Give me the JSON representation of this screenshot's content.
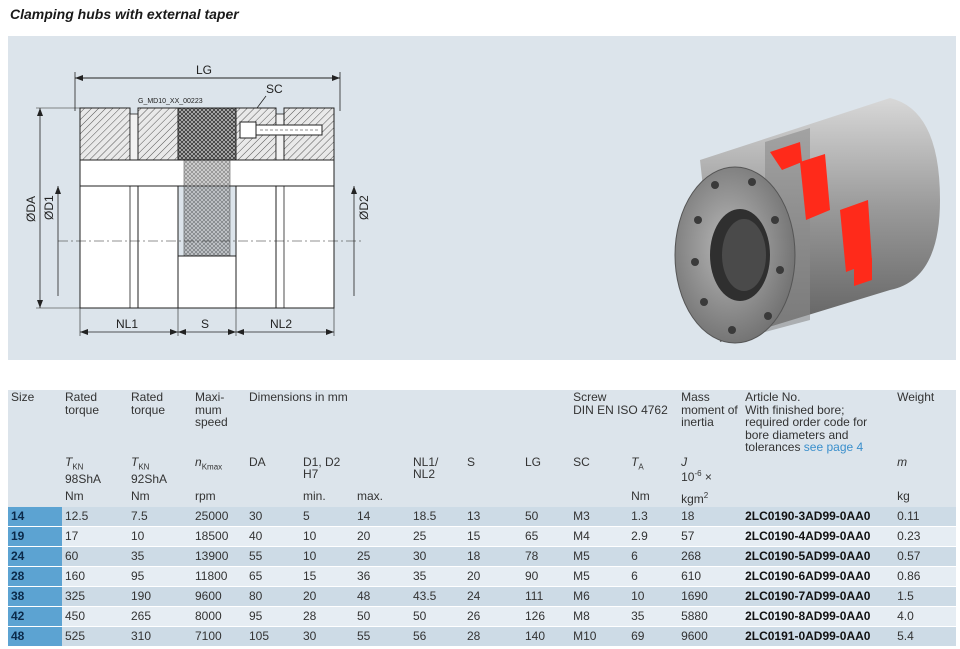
{
  "page": {
    "title": "Clamping hubs with external taper"
  },
  "drawing": {
    "ref_code": "G_MD10_XX_00223",
    "labels": {
      "lg": "LG",
      "sc": "SC",
      "da": "ØDA",
      "d1": "ØD1",
      "d2": "ØD2",
      "nl1": "NL1",
      "s": "S",
      "nl2": "NL2"
    }
  },
  "table": {
    "header": {
      "size": "Size",
      "rated_torque_1": "Rated torque",
      "rated_torque_2": "Rated torque",
      "max_speed": "Maxi- mum speed",
      "dimensions": "Dimensions in mm",
      "screw": "Screw",
      "screw_std": "DIN EN ISO 4762",
      "mass_moment": "Mass moment of inertia",
      "article_no": "Article No.",
      "article_note": "With finished bore; required order code for bore diameters and tolerances",
      "article_link": "see page 4",
      "weight": "Weight",
      "tkn_98_sym": "T",
      "tkn_98_sub": "KN",
      "tkn_98_desc": "98ShA",
      "tkn_92_sym": "T",
      "tkn_92_sub": "KN",
      "tkn_92_desc": "92ShA",
      "nkmax_sym": "n",
      "nkmax_sub": "Kmax",
      "da": "DA",
      "d1d2": "D1, D2",
      "d1d2_tol": "H7",
      "nl": "NL1/ NL2",
      "s": "S",
      "lg": "LG",
      "sc": "SC",
      "ta_sym": "T",
      "ta_sub": "A",
      "j_sym": "J",
      "j_scale": "10",
      "j_exp": "-6",
      "j_times": "×",
      "m_sym": "m",
      "unit_nm_1": "Nm",
      "unit_nm_2": "Nm",
      "unit_rpm": "rpm",
      "unit_min": "min.",
      "unit_max": "max.",
      "unit_nm_3": "Nm",
      "unit_kgm": "kgm",
      "unit_kgm_exp": "2",
      "unit_kg": "kg"
    },
    "rows": [
      {
        "size": "14",
        "tkn98": "12.5",
        "tkn92": "7.5",
        "nmax": "25000",
        "da": "30",
        "dmin": "5",
        "dmax": "14",
        "nl": "18.5",
        "s": "13",
        "lg": "50",
        "sc": "M3",
        "ta": "1.3",
        "j": "18",
        "article": "2LC0190-3AD99-0AA0",
        "weight": "0.11"
      },
      {
        "size": "19",
        "tkn98": "17",
        "tkn92": "10",
        "nmax": "18500",
        "da": "40",
        "dmin": "10",
        "dmax": "20",
        "nl": "25",
        "s": "15",
        "lg": "65",
        "sc": "M4",
        "ta": "2.9",
        "j": "57",
        "article": "2LC0190-4AD99-0AA0",
        "weight": "0.23"
      },
      {
        "size": "24",
        "tkn98": "60",
        "tkn92": "35",
        "nmax": "13900",
        "da": "55",
        "dmin": "10",
        "dmax": "25",
        "nl": "30",
        "s": "18",
        "lg": "78",
        "sc": "M5",
        "ta": "6",
        "j": "268",
        "article": "2LC0190-5AD99-0AA0",
        "weight": "0.57"
      },
      {
        "size": "28",
        "tkn98": "160",
        "tkn92": "95",
        "nmax": "11800",
        "da": "65",
        "dmin": "15",
        "dmax": "36",
        "nl": "35",
        "s": "20",
        "lg": "90",
        "sc": "M5",
        "ta": "6",
        "j": "610",
        "article": "2LC0190-6AD99-0AA0",
        "weight": "0.86"
      },
      {
        "size": "38",
        "tkn98": "325",
        "tkn92": "190",
        "nmax": "9600",
        "da": "80",
        "dmin": "20",
        "dmax": "48",
        "nl": "43.5",
        "s": "24",
        "lg": "111",
        "sc": "M6",
        "ta": "10",
        "j": "1690",
        "article": "2LC0190-7AD99-0AA0",
        "weight": "1.5"
      },
      {
        "size": "42",
        "tkn98": "450",
        "tkn92": "265",
        "nmax": "8000",
        "da": "95",
        "dmin": "28",
        "dmax": "50",
        "nl": "50",
        "s": "26",
        "lg": "126",
        "sc": "M8",
        "ta": "35",
        "j": "5880",
        "article": "2LC0190-8AD99-0AA0",
        "weight": "4.0"
      },
      {
        "size": "48",
        "tkn98": "525",
        "tkn92": "310",
        "nmax": "7100",
        "da": "105",
        "dmin": "30",
        "dmax": "55",
        "nl": "56",
        "s": "28",
        "lg": "140",
        "sc": "M10",
        "ta": "69",
        "j": "9600",
        "article": "2LC0191-0AD99-0AA0",
        "weight": "5.4"
      }
    ]
  },
  "colors": {
    "panel": "#dce4eb",
    "size_col": "#5ca3d2",
    "elastomer": "#ff2a1a",
    "link": "#3a8fcc"
  }
}
